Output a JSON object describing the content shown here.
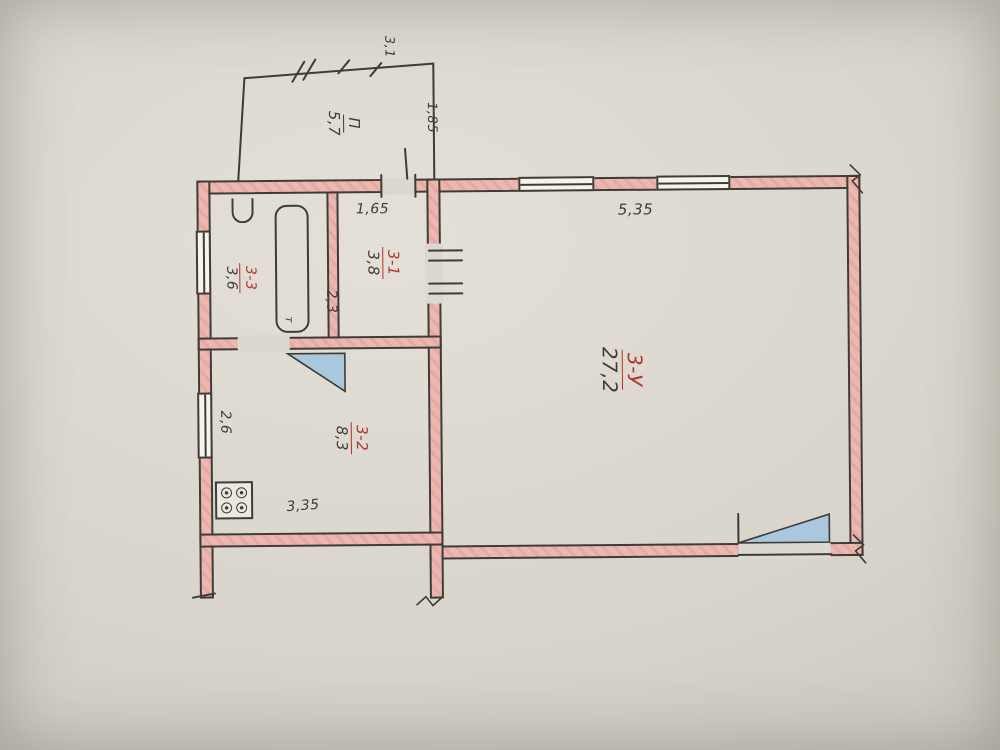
{
  "colors": {
    "paper": "#d9d5cc",
    "wall_fill": "#ecb7b0",
    "ink": "#3f3b37",
    "accent_red": "#b3322a",
    "door_blue": "#a9c7dd"
  },
  "rooms": [
    {
      "id": "3-1",
      "area": "3,8"
    },
    {
      "id": "3-2",
      "area": "8,3"
    },
    {
      "id": "3-3",
      "area": "3,6"
    },
    {
      "id": "3-У",
      "area": "27,2"
    }
  ],
  "balcony": {
    "id": "П",
    "area": "5,7"
  },
  "dimensions": {
    "balcony_width": "3,1",
    "balcony_depth": "1,85",
    "room31_width": "1,65",
    "room31_depth": "2,3",
    "living_width": "5,35",
    "room32_height": "2,6",
    "room32_width": "3,35"
  },
  "fixtures": {
    "bath_mark": "т"
  }
}
